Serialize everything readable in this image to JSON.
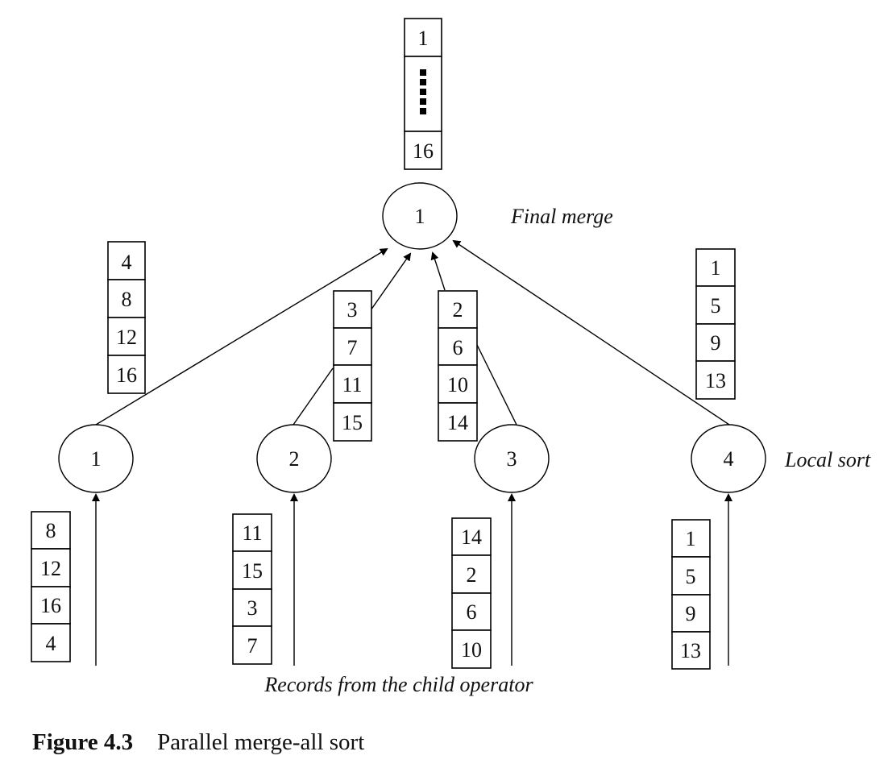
{
  "labels": {
    "final_merge": "Final merge",
    "local_sort": "Local sort",
    "records": "Records from the child operator"
  },
  "caption": {
    "figure": "Figure 4.3",
    "title": "Parallel merge-all sort"
  },
  "final_node": "1",
  "output_stack": {
    "first": "1",
    "last": "16"
  },
  "local_nodes": [
    {
      "label": "1",
      "input": [
        "8",
        "12",
        "16",
        "4"
      ],
      "sorted": [
        "4",
        "8",
        "12",
        "16"
      ]
    },
    {
      "label": "2",
      "input": [
        "11",
        "15",
        "3",
        "7"
      ],
      "sorted": [
        "3",
        "7",
        "11",
        "15"
      ]
    },
    {
      "label": "3",
      "input": [
        "14",
        "2",
        "6",
        "10"
      ],
      "sorted": [
        "2",
        "6",
        "10",
        "14"
      ]
    },
    {
      "label": "4",
      "input": [
        "1",
        "5",
        "9",
        "13"
      ],
      "sorted": [
        "1",
        "5",
        "9",
        "13"
      ]
    }
  ]
}
